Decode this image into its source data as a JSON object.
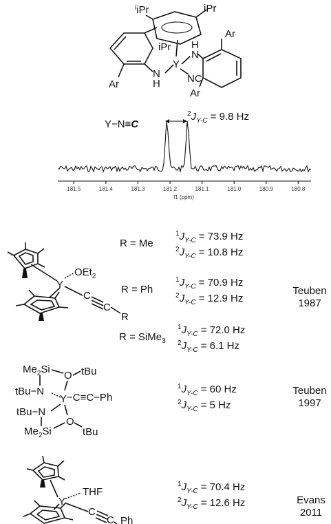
{
  "top_complex": {
    "ipr_top_left": "iPr",
    "ipr_top_right": "iPr",
    "ipr_lower": "iPr",
    "nh_left_n": "N",
    "nh_left_h": "H",
    "nh_right_n": "N",
    "nh_right_h": "H",
    "metal": "Y",
    "nc_label": "NC",
    "ar_upper_right": "Ar",
    "ar_lower_left": "Ar",
    "ar_lower_right": "Ar"
  },
  "spectrum": {
    "bond_label_prefix": "Y−N≡",
    "bond_label_atom": "C",
    "coupling_J": "J",
    "coupling_sub": "Y-C",
    "coupling_value": " = 9.8 Hz",
    "coupling_super": "2",
    "xlabel": "f1 (ppm)",
    "ticks": [
      {
        "label": "181.5",
        "value": 181.5
      },
      {
        "label": "181.4",
        "value": 181.4
      },
      {
        "label": "181.3",
        "value": 181.3
      },
      {
        "label": "181.2",
        "value": 181.2
      },
      {
        "label": "181.1",
        "value": 181.1
      },
      {
        "label": "181.0",
        "value": 181.0
      },
      {
        "label": "180.9",
        "value": 180.9
      },
      {
        "label": "180.8",
        "value": 180.8
      }
    ],
    "range": [
      181.55,
      180.76
    ]
  },
  "entries": [
    {
      "id": "cp-alkynyl",
      "struct": {
        "metal": "Y",
        "ligand": "OEt",
        "ligand_sub": "2",
        "alkyne_c1": "C",
        "alkyne_c2": "C",
        "r": "R"
      },
      "cases": [
        {
          "r_label": "R = Me",
          "j1": " = 73.9 Hz",
          "j2": " = 10.8 Hz"
        },
        {
          "r_label": "R = Ph",
          "j1": " = 70.9 Hz",
          "j2": " = 12.9 Hz"
        },
        {
          "r_label": "R = SiMe",
          "r_sub": "3",
          "j1": " = 72.0 Hz",
          "j2": " = 6.1 Hz"
        }
      ],
      "ref": {
        "name": "Teuben",
        "year": "1987"
      }
    },
    {
      "id": "amide-alkynyl",
      "struct": {
        "me2si_top": "Me",
        "me2si_top_sub": "2",
        "me2si_top_si": "Si",
        "o_top": "O",
        "tbu_top": "tBu",
        "tbu_n_top": "tBu−N",
        "metal": "Y",
        "alkyne": "−C≡C−Ph",
        "tbu_n_bot": "tBu−N",
        "o_bot": "O",
        "me2si_bot": "Me",
        "me2si_bot_sub": "2",
        "me2si_bot_si": "Si",
        "tbu_bot": "tBu"
      },
      "j1": " = 60 Hz",
      "j2": " = 5 Hz",
      "ref": {
        "name": "Teuben",
        "year": "1997"
      }
    },
    {
      "id": "thf-alkynyl",
      "struct": {
        "metal": "Y",
        "ligand": "THF",
        "alkyne_c1": "C",
        "alkyne_c2": "C",
        "ph": "Ph"
      },
      "j1": " = 70.4 Hz",
      "j2": " = 12.6 Hz",
      "ref": {
        "name": "Evans",
        "year": "2011"
      }
    }
  ],
  "j_symbol": "J",
  "j_sub": "Y-C",
  "sup1": "1",
  "sup2": "2"
}
